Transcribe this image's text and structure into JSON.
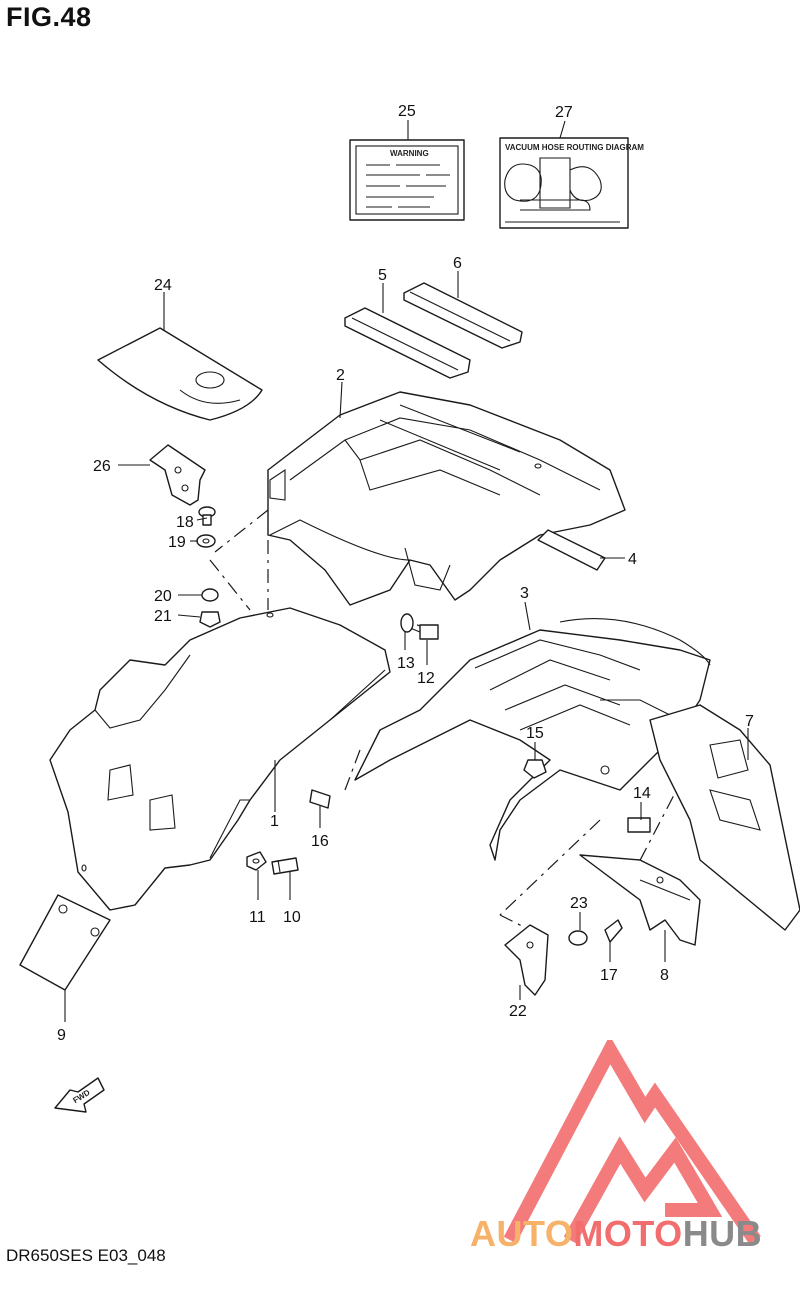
{
  "figure": {
    "title": "FIG.48",
    "code": "DR650SES E03_048"
  },
  "labels": {
    "warning_label_text": "WARNING",
    "vacuum_label_text": "VACUUM HOSE ROUTING DIAGRAM"
  },
  "callouts": [
    "1",
    "2",
    "3",
    "4",
    "5",
    "6",
    "7",
    "8",
    "9",
    "10",
    "11",
    "12",
    "13",
    "14",
    "15",
    "16",
    "17",
    "18",
    "19",
    "20",
    "21",
    "22",
    "23",
    "24",
    "25",
    "26",
    "27"
  ],
  "direction_marker": "FWD",
  "watermark": {
    "part1": "AUTO",
    "part2": "MOTO",
    "part3": "HUB",
    "colors": {
      "auto": "#f7b26a",
      "moto": "#f26d6d",
      "hub": "#8a8a8a",
      "logo": "#f26d6d"
    }
  }
}
